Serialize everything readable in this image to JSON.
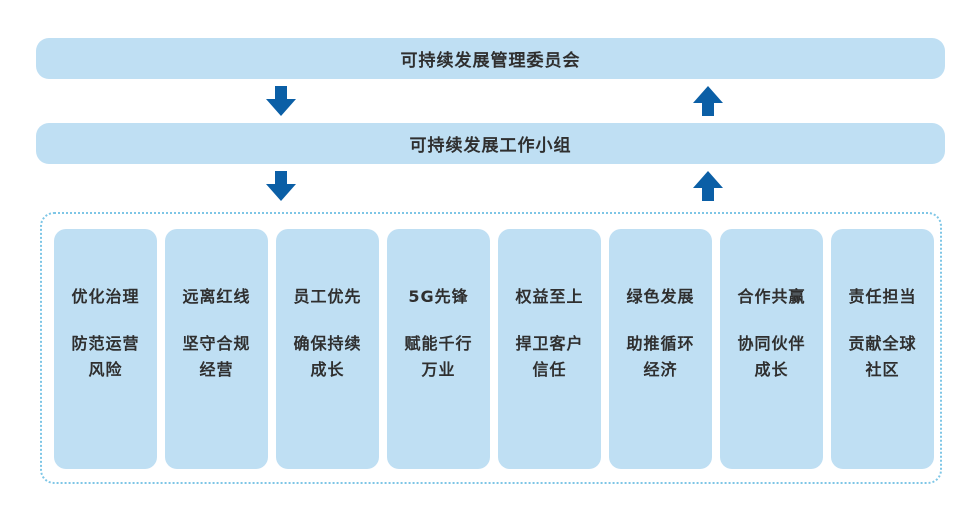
{
  "committee": {
    "label": "可持续发展管理委员会"
  },
  "working_group": {
    "label": "可持续发展工作小组"
  },
  "colors": {
    "bar_fill": "#bfdff3",
    "arrow": "#0b5fa6",
    "dotted_border": "#7ec6e6",
    "text": "#2f2f2f"
  },
  "arrows": {
    "left": "arrow-down-icon",
    "right": "arrow-up-icon"
  },
  "pillars": [
    {
      "title": "优化治理",
      "desc": "防范运营风险"
    },
    {
      "title": "远离红线",
      "desc": "坚守合规经营"
    },
    {
      "title": "员工优先",
      "desc": "确保持续成长"
    },
    {
      "title": "5G先锋",
      "desc": "赋能千行万业"
    },
    {
      "title": "权益至上",
      "desc": "捍卫客户信任"
    },
    {
      "title": "绿色发展",
      "desc": "助推循环经济"
    },
    {
      "title": "合作共赢",
      "desc": "协同伙伴成长"
    },
    {
      "title": "责任担当",
      "desc": "贡献全球社区"
    }
  ]
}
